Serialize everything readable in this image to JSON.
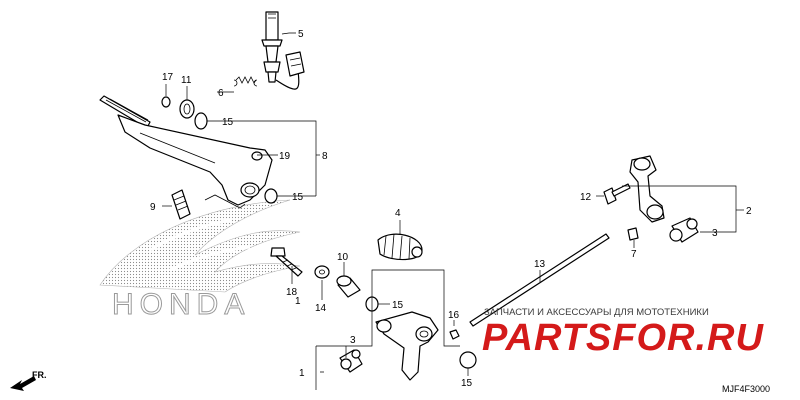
{
  "callouts": {
    "c1": "1",
    "c2": "2",
    "c3a": "3",
    "c3b": "3",
    "c4": "4",
    "c5": "5",
    "c6": "6",
    "c7": "7",
    "c8": "8",
    "c9": "9",
    "c10": "10",
    "c11": "11",
    "c12": "12",
    "c13": "13",
    "c14": "14",
    "c15a": "15",
    "c15b": "15",
    "c15c": "15",
    "c15d": "15",
    "c16": "16",
    "c17": "17",
    "c18": "18",
    "c19": "19"
  },
  "direction_label": "FR.",
  "diagram_code": "MJF4F3000",
  "watermark": {
    "tagline": "ЗАПЧАСТИ И АКСЕССУАРЫ ДЛЯ МОТОТЕХНИКИ",
    "logo": "PARTSFOR.RU"
  },
  "background_logo": "HONDA",
  "colors": {
    "line": "#000000",
    "watermark_red": "#d41a1a",
    "honda_gray": "#9a9a9a"
  }
}
